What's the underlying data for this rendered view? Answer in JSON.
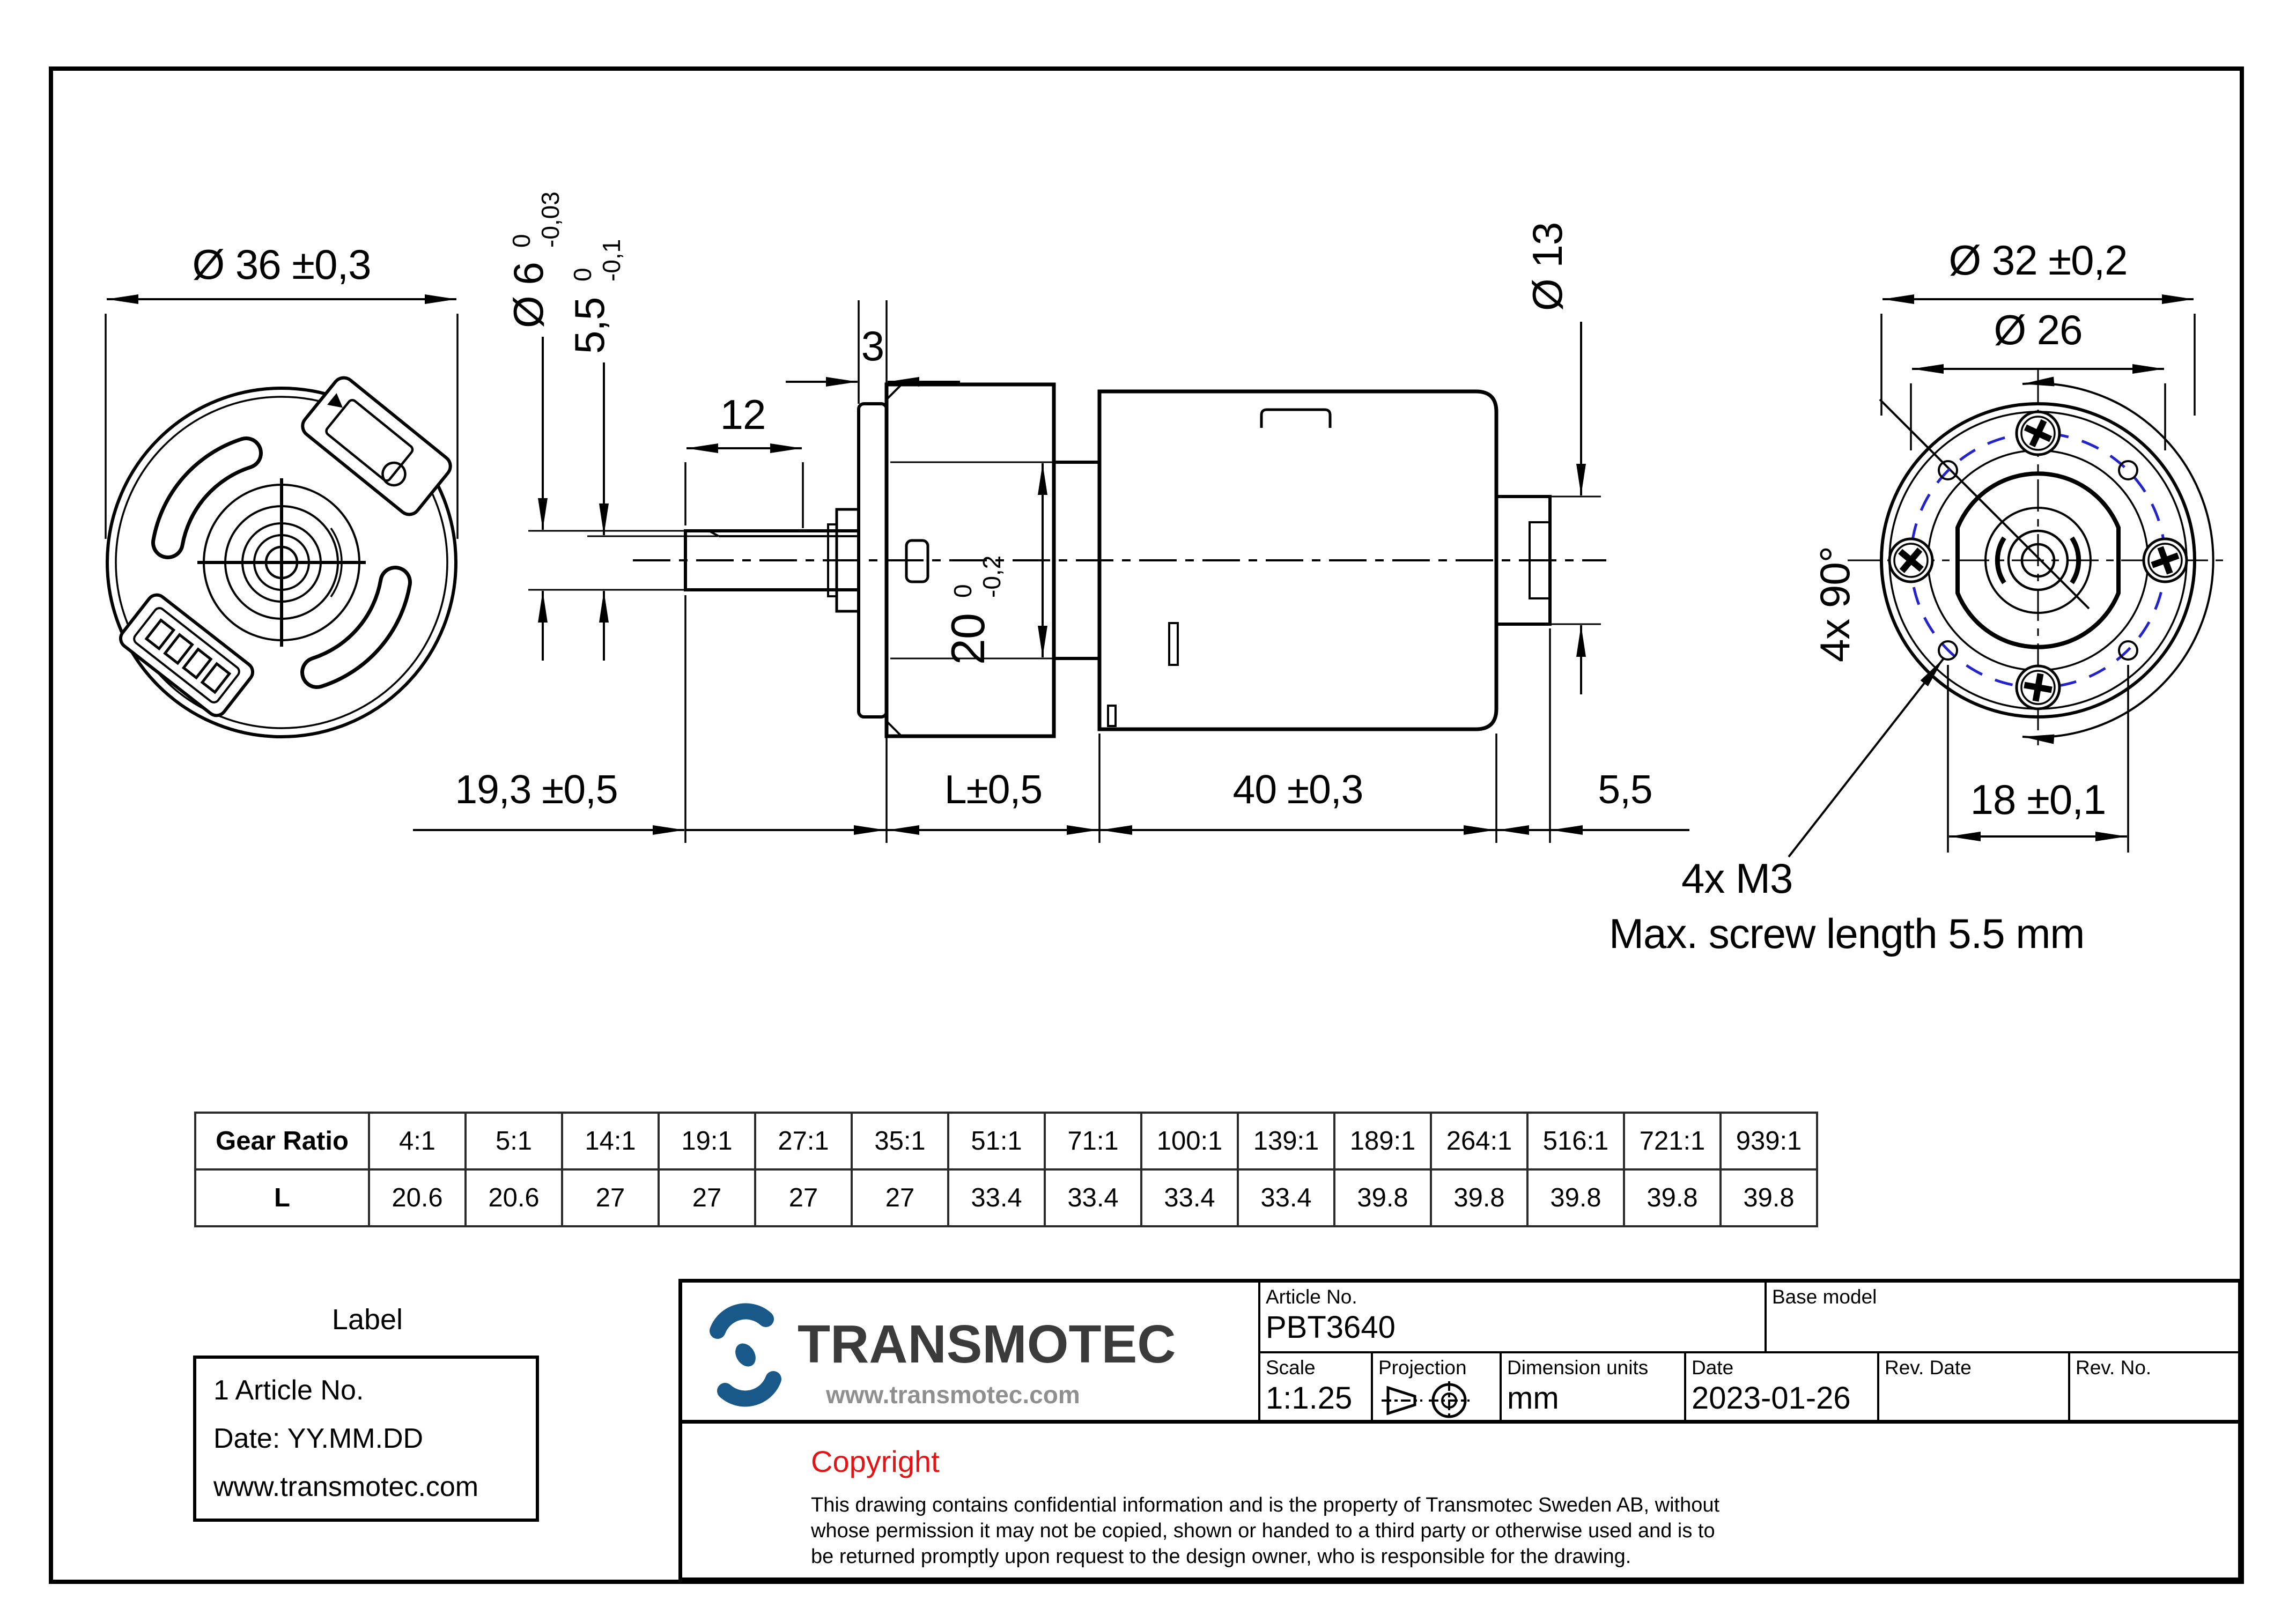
{
  "dims": {
    "d36": "Ø 36 ±0,3",
    "d6": {
      "main": "Ø 6",
      "tol_top": "0",
      "tol_bottom": "-0,03"
    },
    "d55": {
      "main": "5,5",
      "tol_top": "0",
      "tol_bottom": "-0,1"
    },
    "len12": "12",
    "len3": "3",
    "d20": {
      "main": "20",
      "tol_top": "0",
      "tol_bottom": "-0,2"
    },
    "d13": "Ø 13",
    "chain": {
      "c193": "19,3 ±0,5",
      "cL": "L±0,5",
      "c40": "40 ±0,3",
      "c55": "5,5"
    }
  },
  "rear": {
    "d32": "Ø 32 ±0,2",
    "d26": "Ø 26",
    "angle": "4x 90°",
    "c18": "18 ±0,1",
    "note1": "4x M3",
    "note2": "Max. screw length 5.5 mm"
  },
  "gear_table": {
    "header": "Gear Ratio",
    "l_header": "L",
    "ratios": [
      "4:1",
      "5:1",
      "14:1",
      "19:1",
      "27:1",
      "35:1",
      "51:1",
      "71:1",
      "100:1",
      "139:1",
      "189:1",
      "264:1",
      "516:1",
      "721:1",
      "939:1"
    ],
    "lengths": [
      "20.6",
      "20.6",
      "27",
      "27",
      "27",
      "27",
      "33.4",
      "33.4",
      "33.4",
      "33.4",
      "39.8",
      "39.8",
      "39.8",
      "39.8",
      "39.8"
    ]
  },
  "label_box": {
    "title": "Label",
    "lines": [
      "1 Article No.",
      "Date: YY.MM.DD",
      "www.transmotec.com"
    ]
  },
  "title_block": {
    "brand": "TRANSMOTEC",
    "website": "www.transmotec.com",
    "article_no_label": "Article No.",
    "article_no": "PBT3640",
    "base_model_label": "Base model",
    "scale_label": "Scale",
    "scale": "1:1.25",
    "projection_label": "Projection",
    "dimension_units_label": "Dimension units",
    "dimension_units": "mm",
    "date_label": "Date",
    "date": "2023-01-26",
    "rev_date_label": "Rev. Date",
    "rev_no_label": "Rev. No."
  },
  "copyright": {
    "title": "Copyright",
    "lines": [
      "This drawing contains confidential information and is the property of Transmotec Sweden AB, without",
      "whose permission it may not be copied, shown or handed to a third party or otherwise used and is to",
      "be returned promptly upon request to the design owner, who is responsible for the drawing."
    ]
  },
  "colors": {
    "line": "#000000",
    "bolt_circle_blue": "#2323cc",
    "logo_blue": "#19598a",
    "brand_gray": "#3b3b3b",
    "website_gray": "#8f8f8f",
    "copyright_red": "#e51414"
  }
}
